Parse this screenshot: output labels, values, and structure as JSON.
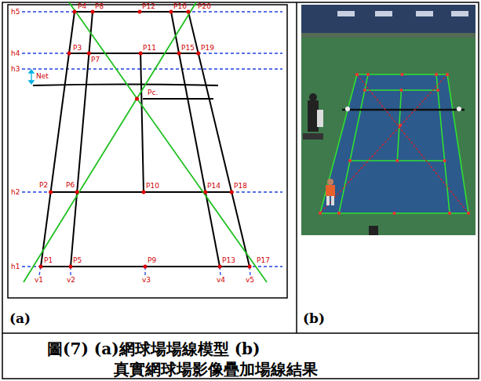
{
  "diagram": {
    "caption": "圖(7) (a)網球場場線模型 (b)真實網球場影像疊加場線結果",
    "labels": [
      "h5",
      "P4",
      "P8",
      "P12",
      "P16",
      "P20",
      "h4",
      "P3",
      "P7",
      "P11",
      "P15",
      "P19",
      "h3",
      "Net",
      "Pc.",
      "P2",
      "P6",
      "P10",
      "P14",
      "P18",
      "h2",
      "h1",
      "P1",
      "P5",
      "P9",
      "P13",
      "P17",
      "v1",
      "v2",
      "v3",
      "v4",
      "v5",
      "(a)",
      "(b)"
    ]
  }
}
